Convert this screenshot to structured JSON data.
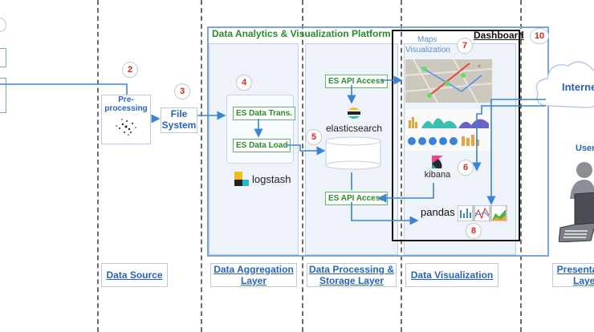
{
  "platform": {
    "title": "Data Analytics & Visualization Platform"
  },
  "dashboard": {
    "title": "Dashboard",
    "number": "10"
  },
  "maps": {
    "label_line1": "Maps",
    "label_line2": "Visualization",
    "number": "7"
  },
  "steps": {
    "n2": "2",
    "n3": "3",
    "n4": "4",
    "n5": "5",
    "n6": "6",
    "n8": "8"
  },
  "preprocessing": {
    "line1": "Pre-",
    "line2": "processing"
  },
  "file_system": {
    "line1": "File",
    "line2": "System"
  },
  "es_data_trans": "ES Data Trans.",
  "es_data_load": "ES Data Load",
  "es_api_top": "ES API Access",
  "es_api_bottom": "ES API Access",
  "logos": {
    "logstash": "logstash",
    "elasticsearch": "elasticsearch",
    "kibana": "kibana",
    "pandas": "pandas"
  },
  "internet": "Interne",
  "users": "User",
  "layers": {
    "data_source": "Data Source",
    "aggregation": "Data Aggregation Layer",
    "processing": "Data Processing & Storage Layer",
    "visualization": "Data Visualization",
    "presentation": "Presentation Layer"
  },
  "colors": {
    "accent": "#2a63b7",
    "arrow": "#3a84d6",
    "tag_green": "#2b8a2b",
    "badge_red": "#e0241a"
  }
}
